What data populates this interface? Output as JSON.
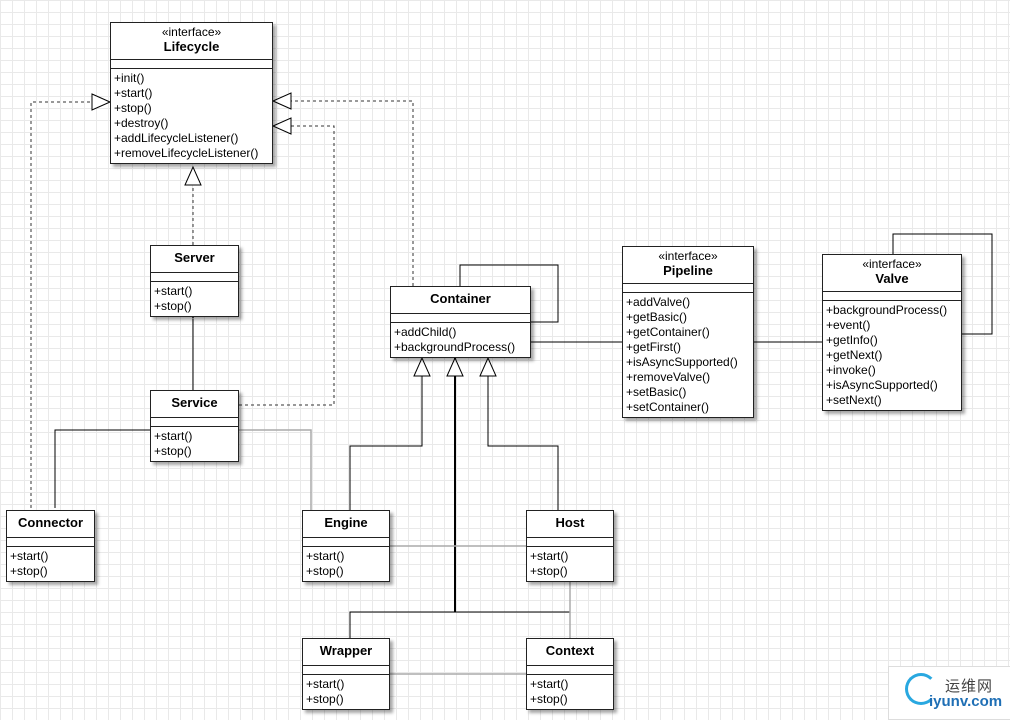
{
  "classes": [
    {
      "id": "lifecycle",
      "stereotype": "«interface»",
      "name": "Lifecycle",
      "ops": [
        "+init()",
        "+start()",
        "+stop()",
        "+destroy()",
        "+addLifecycleListener()",
        "+removeLifecycleListener()"
      ]
    },
    {
      "id": "server",
      "stereotype": "",
      "name": "Server",
      "ops": [
        "+start()",
        "+stop()"
      ]
    },
    {
      "id": "service",
      "stereotype": "",
      "name": "Service",
      "ops": [
        "+start()",
        "+stop()"
      ]
    },
    {
      "id": "connector",
      "stereotype": "",
      "name": "Connector",
      "ops": [
        "+start()",
        "+stop()"
      ]
    },
    {
      "id": "container",
      "stereotype": "",
      "name": "Container",
      "ops": [
        "+addChild()",
        "+backgroundProcess()"
      ]
    },
    {
      "id": "pipeline",
      "stereotype": "«interface»",
      "name": "Pipeline",
      "ops": [
        "+addValve()",
        "+getBasic()",
        "+getContainer()",
        "+getFirst()",
        "+isAsyncSupported()",
        "+removeValve()",
        "+setBasic()",
        "+setContainer()"
      ]
    },
    {
      "id": "valve",
      "stereotype": "«interface»",
      "name": "Valve",
      "ops": [
        "+backgroundProcess()",
        "+event()",
        "+getInfo()",
        "+getNext()",
        "+invoke()",
        "+isAsyncSupported()",
        "+setNext()"
      ]
    },
    {
      "id": "engine",
      "stereotype": "",
      "name": "Engine",
      "ops": [
        "+start()",
        "+stop()"
      ]
    },
    {
      "id": "host",
      "stereotype": "",
      "name": "Host",
      "ops": [
        "+start()",
        "+stop()"
      ]
    },
    {
      "id": "wrapper",
      "stereotype": "",
      "name": "Wrapper",
      "ops": [
        "+start()",
        "+stop()"
      ]
    },
    {
      "id": "context",
      "stereotype": "",
      "name": "Context",
      "ops": [
        "+start()",
        "+stop()"
      ]
    }
  ],
  "watermark": {
    "cn": "运维网",
    "en": "iyunv.com"
  }
}
